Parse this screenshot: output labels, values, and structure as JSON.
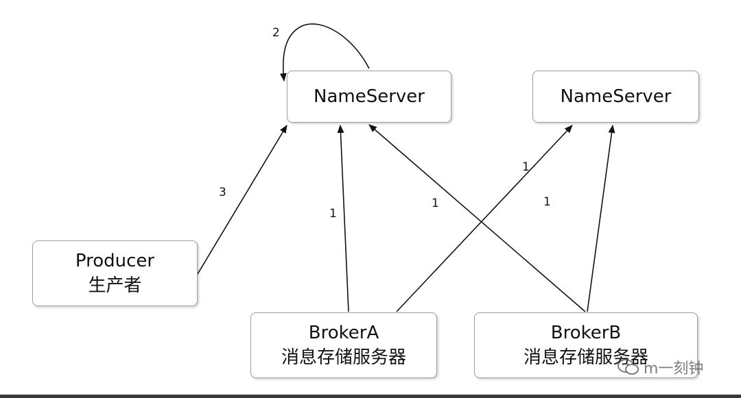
{
  "nodes": {
    "nameserver_1": {
      "line1": "NameServer"
    },
    "nameserver_2": {
      "line1": "NameServer"
    },
    "producer": {
      "line1": "Producer",
      "line2": "生产者"
    },
    "broker_a": {
      "line1": "BrokerA",
      "line2": "消息存储服务器"
    },
    "broker_b": {
      "line1": "BrokerB",
      "line2": "消息存储服务器"
    }
  },
  "edge_labels": {
    "self_loop": "2",
    "producer_to_ns1": "3",
    "brokera_to_ns1": "1",
    "brokera_to_ns2": "1",
    "brokerb_to_ns1": "1",
    "brokerb_to_ns2": "1"
  },
  "watermark": {
    "text": "m一刻钟",
    "icon": "wechat-icon"
  }
}
